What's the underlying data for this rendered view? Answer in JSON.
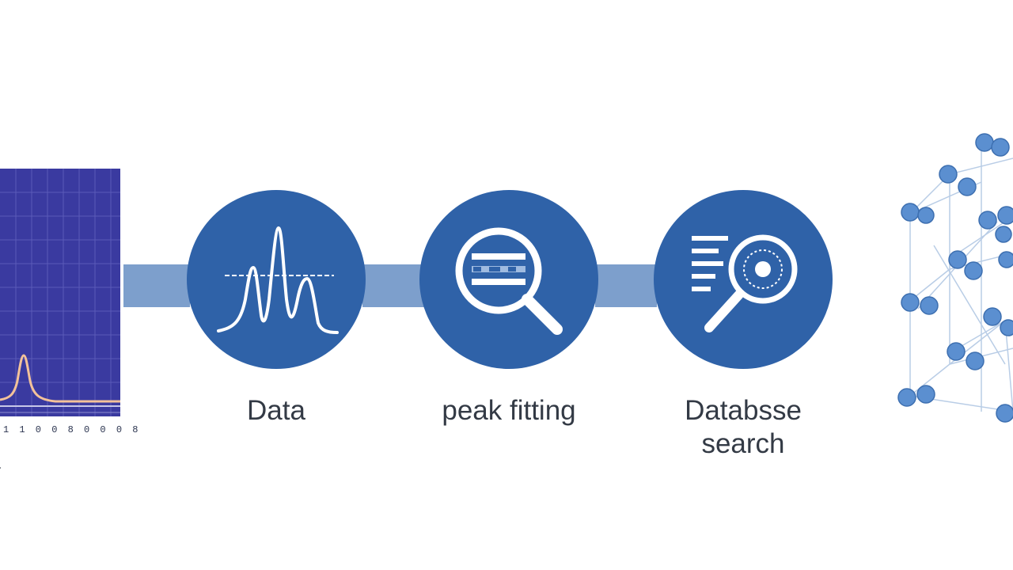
{
  "colors": {
    "accent": "#2f62a8",
    "connector": "#7d9fcc",
    "panel": "#3a3aa0",
    "peak": "#f0b47a",
    "atom": "#5b8fd0"
  },
  "spectrum_panel": {
    "tick_labels": "1 1 0 0 8 0 0 0 8",
    "caption": "a"
  },
  "steps": [
    {
      "icon": "spectrum-peaks-icon",
      "label": "Data"
    },
    {
      "icon": "magnifier-table-icon",
      "label": "peak fitting"
    },
    {
      "icon": "database-search-icon",
      "label_line1": "Databsse",
      "label_line2": "search"
    }
  ],
  "crystal_icon": "crystal-lattice-icon"
}
